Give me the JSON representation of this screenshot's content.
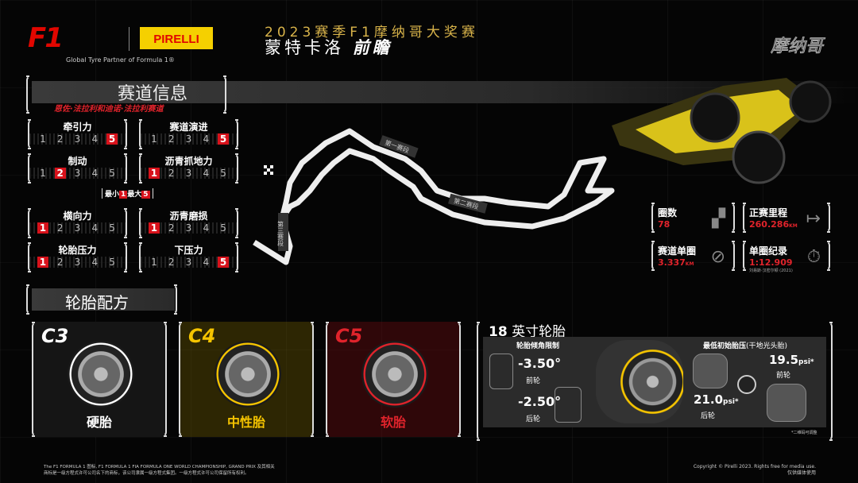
{
  "header": {
    "f1_logo": "F1",
    "pirelli_logo": "PIRELLI",
    "tagline": "Global Tyre Partner of Formula 1®",
    "title_line1": "2023赛季F1摩纳哥大奖赛",
    "title_line2_a": "蒙特卡洛",
    "title_line2_b": "前瞻",
    "location": "摩纳哥"
  },
  "circuit": {
    "heading": "赛道信息",
    "name": "恩佐·法拉利和迪诺·法拉利赛道",
    "sectors": [
      "第一赛段",
      "第二赛段",
      "第三赛段"
    ]
  },
  "ratings": [
    {
      "label": "牵引力",
      "value": 5
    },
    {
      "label": "赛道演进",
      "value": 5
    },
    {
      "label": "制动",
      "value": 2
    },
    {
      "label": "沥青抓地力",
      "value": 1
    },
    {
      "label": "横向力",
      "value": 1
    },
    {
      "label": "沥青磨损",
      "value": 1
    },
    {
      "label": "轮胎压力",
      "value": 1
    },
    {
      "label": "下压力",
      "value": 5
    }
  ],
  "scale": [
    "1",
    "2",
    "3",
    "4",
    "5"
  ],
  "legend": {
    "min_label": "最小",
    "min": "1",
    "max_label": "最大",
    "max": "5"
  },
  "compounds": {
    "heading": "轮胎配方",
    "items": [
      {
        "code": "C3",
        "name": "硬胎",
        "color": "#ffffff"
      },
      {
        "code": "C4",
        "name": "中性胎",
        "color": "#f5c400"
      },
      {
        "code": "C5",
        "name": "软胎",
        "color": "#e0232b"
      }
    ]
  },
  "tyre18": {
    "heading_num": "18",
    "heading": "英寸轮胎",
    "camber_title": "轮胎倾角限制",
    "front_camber": "-3.50°",
    "front_label": "前轮",
    "rear_camber": "-2.50°",
    "rear_label": "后轮",
    "pressure_title": "最低初始胎压",
    "pressure_note": "(干地光头胎)",
    "front_psi": "19.5",
    "rear_psi": "21.0",
    "psi_unit": "psi*",
    "footnote": "*二维码可调整"
  },
  "stats": [
    {
      "label": "圈数",
      "value": "78",
      "icon": "checkered-flag-icon"
    },
    {
      "label": "正赛里程",
      "value": "260.286",
      "unit": "KM",
      "icon": "distance-arrow-icon"
    },
    {
      "label": "赛道单圈",
      "value": "3.337",
      "unit": "KM",
      "icon": "link-icon"
    },
    {
      "label": "单圈纪录",
      "value": "1:12.909",
      "sub": "刘易斯·汉密尔顿 (2021)",
      "icon": "stopwatch-icon"
    }
  ],
  "footer": {
    "left1": "The F1 FORMULA 1 图标, F1 FORMULA 1 FIA FORMULA ONE WORLD CHAMPIONSHIP, GRAND PRIX 及其相关",
    "left2": "商标是一级方程式许可公司名下的商标，该公司隶属一级方程式集团。一级方程式许可公司保留所有权利。",
    "right1": "Copyright © Pirelli 2023. Rights free for media use.",
    "right2": "仅供媒体使用"
  },
  "colors": {
    "accent_red": "#e0232b",
    "gold": "#d9b44a",
    "pirelli_yellow": "#f5d000"
  }
}
